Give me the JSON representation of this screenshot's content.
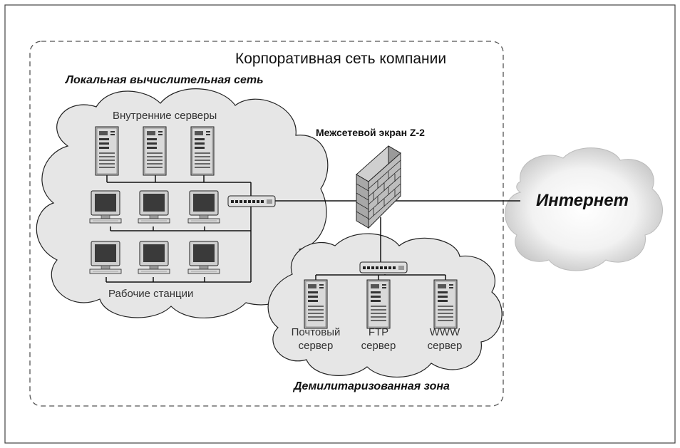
{
  "corporate_network": {
    "title": "Корпоративная сеть компании"
  },
  "lan": {
    "title": "Локальная вычислительная сеть",
    "servers_label": "Внутренние серверы",
    "workstations_label": "Рабочие станции"
  },
  "firewall": {
    "label": "Межсетевой экран Z-2"
  },
  "internet": {
    "label": "Интернет"
  },
  "dmz": {
    "title": "Демилитаризованная зона",
    "servers": [
      {
        "line1": "Почтовый",
        "line2": "сервер"
      },
      {
        "line1": "FTP",
        "line2": "сервер"
      },
      {
        "line1": "WWW",
        "line2": "сервер"
      }
    ]
  },
  "colors": {
    "cloud_fill": "#e6e6e6",
    "cloud_stroke": "#222222",
    "line": "#111111",
    "frame": "#555555"
  },
  "icons": [
    "server-icon",
    "workstation-icon",
    "switch-icon",
    "firewall-wall-icon",
    "internet-cloud-icon"
  ]
}
